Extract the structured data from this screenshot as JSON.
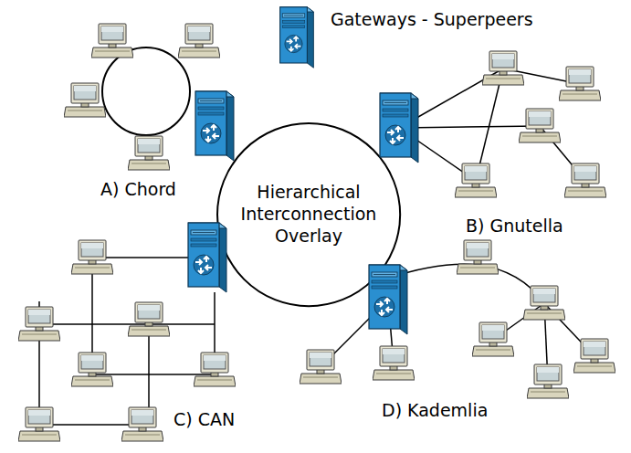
{
  "diagram": {
    "nodes": [
      {
        "text": [
          "Hierarchical Interconnection Overlay"
        ]
      }
    ],
    "labels": [
      "A) Chord",
      "B) Gnutella",
      "C) CAN",
      "D) Kademlia"
    ],
    "legend": [
      {
        "text": "Gateways - Superpeers"
      }
    ]
  }
}
